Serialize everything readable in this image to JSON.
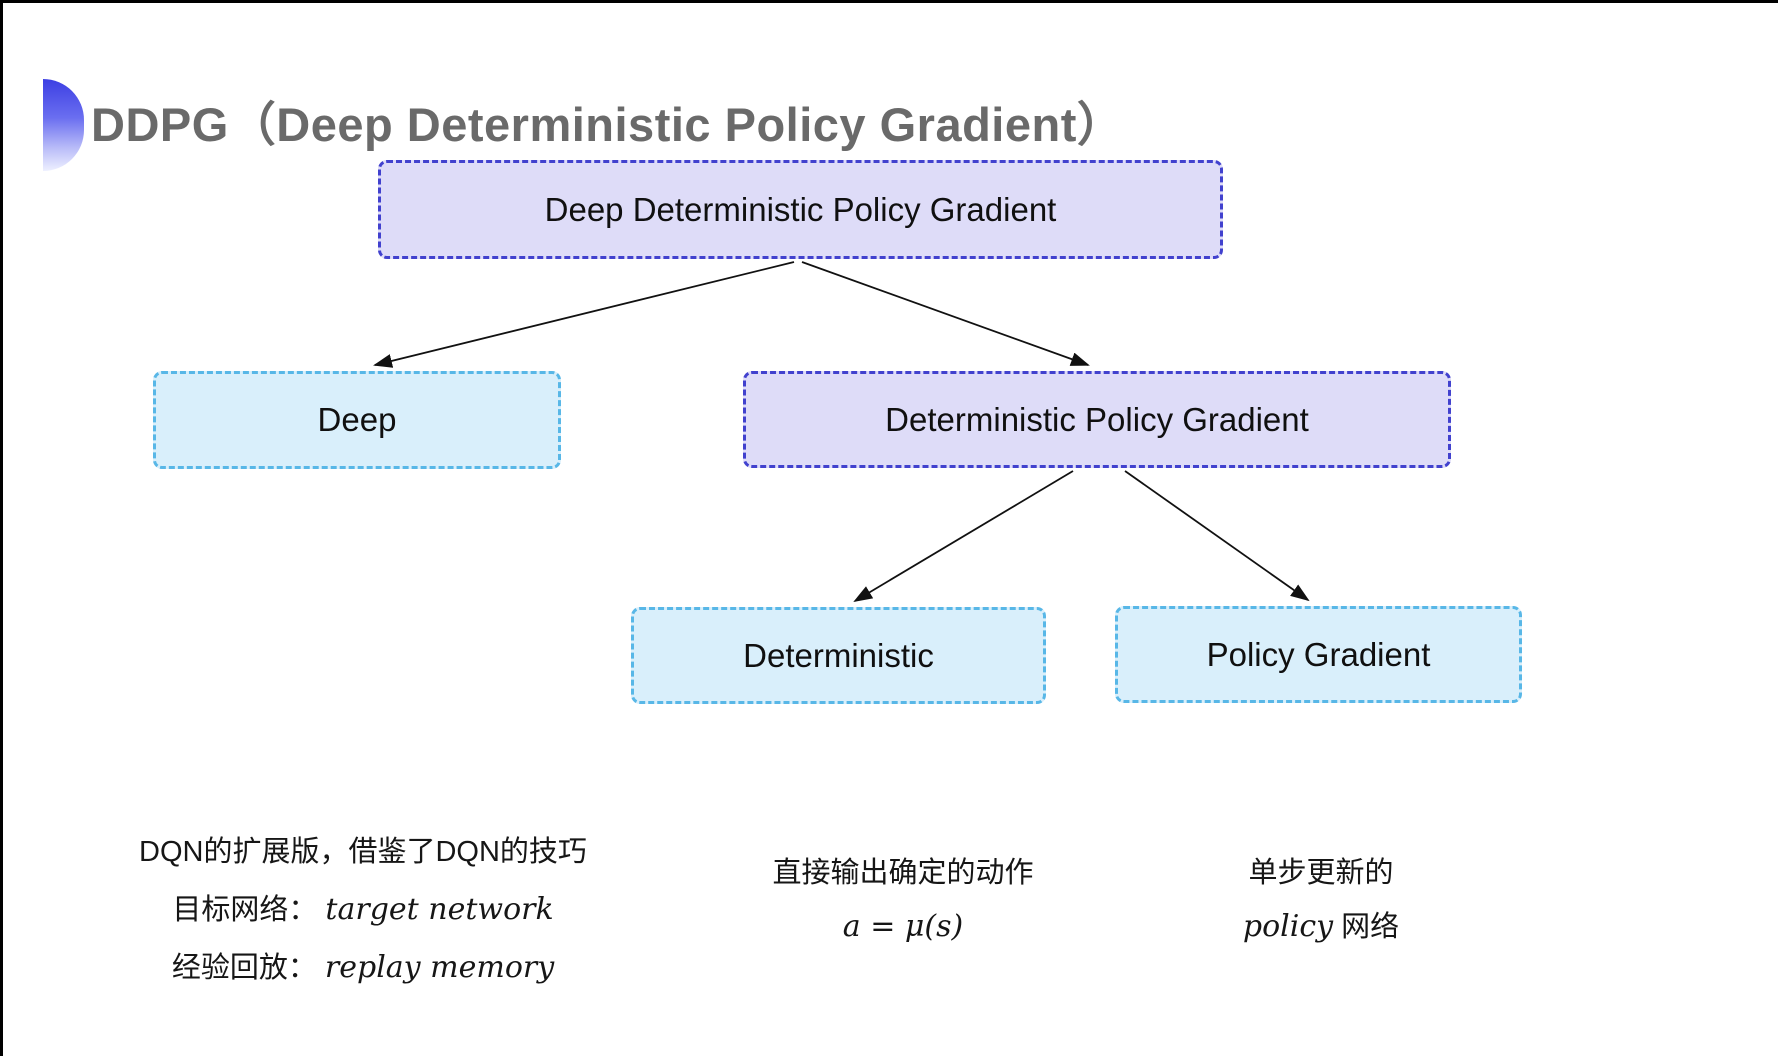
{
  "title": "DDPG（Deep Deterministic Policy Gradient）",
  "tree": {
    "root": "Deep Deterministic Policy Gradient",
    "deep": "Deep",
    "dpg": "Deterministic Policy Gradient",
    "deterministic": "Deterministic",
    "policy_gradient": "Policy Gradient"
  },
  "annotations": {
    "deep": {
      "line1": "DQN的扩展版，借鉴了DQN的技巧",
      "line2_label": "目标网络：",
      "line2_term": "target network",
      "line3_label": "经验回放：",
      "line3_term": "replay memory"
    },
    "deterministic": {
      "line1": "直接输出确定的动作",
      "formula": "a = μ(s)"
    },
    "policy_gradient": {
      "line1": "单步更新的",
      "line2_term": "policy",
      "line2_rest": " 网络"
    }
  },
  "colors": {
    "lavender-fill": "#dedcf8",
    "lavender-border": "#4141ce",
    "blue-fill": "#d9effb",
    "blue-border": "#58b7e7",
    "arrow": "#111111",
    "title-gray": "#6a6a6a",
    "text-dark": "#161616"
  }
}
